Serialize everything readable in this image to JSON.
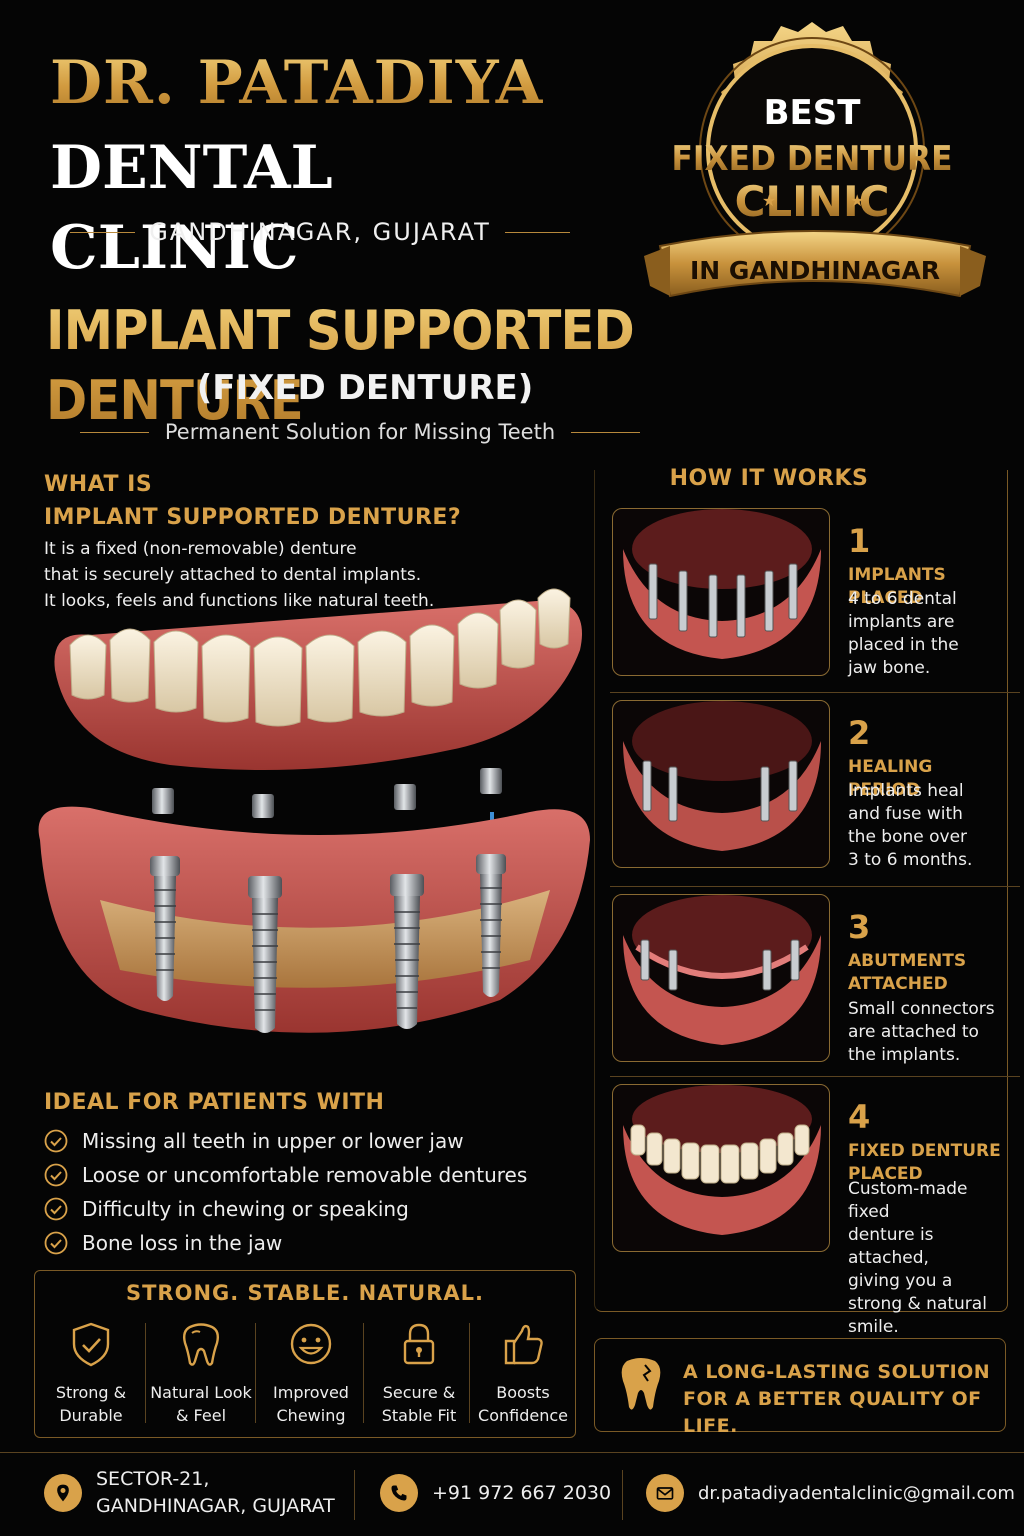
{
  "header": {
    "clinic_name": "DR. PATADIYA",
    "clinic_type": "DENTAL CLINIC",
    "location": "GANDHINAGAR, GUJARAT"
  },
  "badge": {
    "line1": "BEST",
    "line2": "FIXED DENTURE",
    "line3": "CLINIC",
    "ribbon": "IN GANDHINAGAR"
  },
  "title": {
    "main": "IMPLANT SUPPORTED DENTURE",
    "sub": "(FIXED DENTURE)",
    "tagline": "Permanent Solution for Missing Teeth"
  },
  "what_is": {
    "heading_line1": "WHAT IS",
    "heading_line2": "IMPLANT SUPPORTED DENTURE?",
    "text_line1": "It is a fixed (non-removable) denture",
    "text_line2": "that is securely attached to dental implants.",
    "text_line3": "It looks, feels and functions like natural teeth."
  },
  "ideal": {
    "heading": "IDEAL FOR PATIENTS WITH",
    "items": [
      "Missing all teeth in upper or lower jaw",
      "Loose or uncomfortable removable dentures",
      "Difficulty in chewing or speaking",
      "Bone loss in the jaw"
    ]
  },
  "benefits": {
    "title": "STRONG. STABLE. NATURAL.",
    "items": [
      {
        "line1": "Strong &",
        "line2": "Durable",
        "icon": "shield-check-icon"
      },
      {
        "line1": "Natural Look",
        "line2": "& Feel",
        "icon": "tooth-icon"
      },
      {
        "line1": "Improved",
        "line2": "Chewing",
        "icon": "smile-icon"
      },
      {
        "line1": "Secure &",
        "line2": "Stable Fit",
        "icon": "padlock-icon"
      },
      {
        "line1": "Boosts",
        "line2": "Confidence",
        "icon": "thumbs-up-icon"
      }
    ]
  },
  "how_it_works": {
    "heading": "HOW IT WORKS",
    "steps": [
      {
        "num": "1",
        "title_line1": "IMPLANTS PLACED",
        "title_line2": "",
        "desc": [
          "4 to 6 dental",
          "implants are",
          "placed in the",
          "jaw bone."
        ]
      },
      {
        "num": "2",
        "title_line1": "HEALING PERIOD",
        "title_line2": "",
        "desc": [
          "Implants heal",
          "and fuse with",
          "the bone over",
          "3 to 6 months."
        ]
      },
      {
        "num": "3",
        "title_line1": "ABUTMENTS",
        "title_line2": "ATTACHED",
        "desc": [
          "Small connectors",
          "are attached to",
          "the implants."
        ]
      },
      {
        "num": "4",
        "title_line1": "FIXED DENTURE",
        "title_line2": "PLACED",
        "desc": [
          "Custom-made fixed",
          "denture is attached,",
          "giving you a",
          "strong & natural",
          "smile."
        ]
      }
    ]
  },
  "quote": {
    "line1": "A LONG-LASTING SOLUTION",
    "line2": "FOR A BETTER QUALITY OF LIFE."
  },
  "footer": {
    "address_line1": "SECTOR-21,",
    "address_line2": "GANDHINAGAR, GUJARAT",
    "phone": "+91 972 667 2030",
    "email": "dr.patadiyadentalclinic@gmail.com"
  },
  "colors": {
    "gold": "#d9a24a",
    "background": "#050505",
    "gum": "#c0504a"
  }
}
